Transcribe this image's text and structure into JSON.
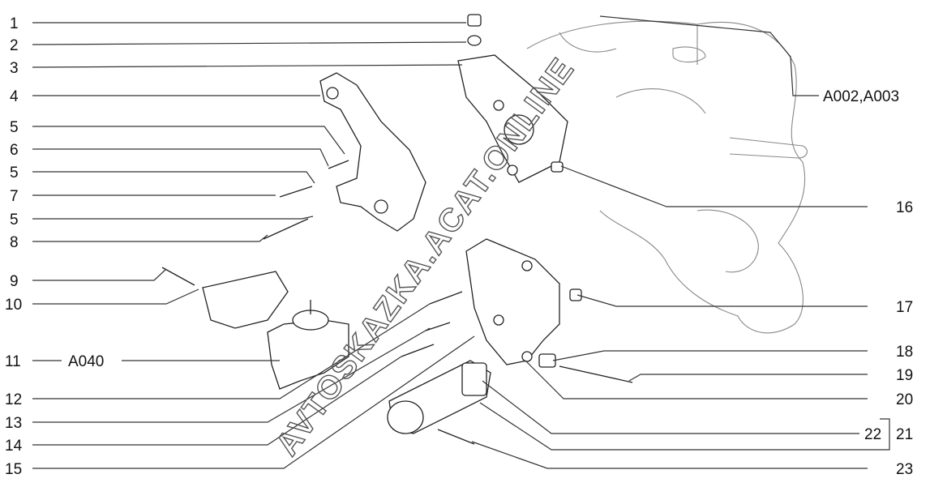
{
  "left_labels": [
    "1",
    "2",
    "3",
    "4",
    "5",
    "6",
    "5",
    "7",
    "5",
    "8",
    "9",
    "10",
    "11",
    "12",
    "13",
    "14",
    "15"
  ],
  "ref_a040": "A040",
  "ref_a002": "A002,A003",
  "right_labels": {
    "l16": "16",
    "l17": "17",
    "l18": "18",
    "l19": "19",
    "l20": "20",
    "l22": "22",
    "l21": "21",
    "l23": "23"
  },
  "watermark": "AVTOSKAZKA.ACAT.ONLINE"
}
